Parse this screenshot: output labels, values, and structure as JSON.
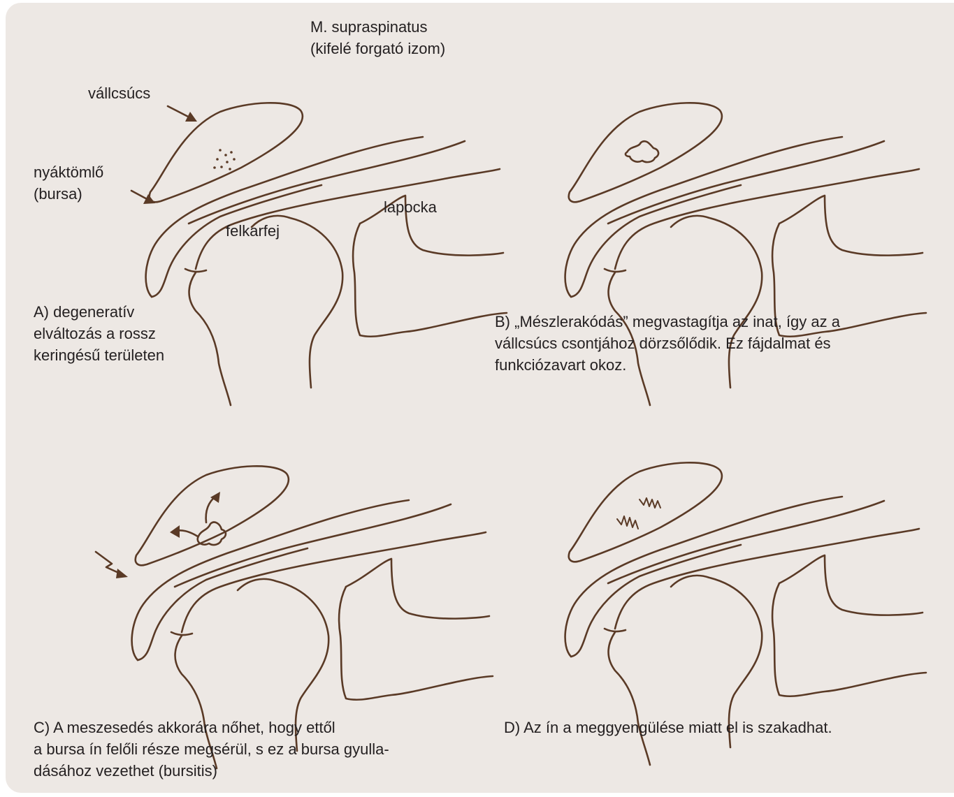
{
  "colors": {
    "background": "#ede8e4",
    "stroke": "#5a3a26",
    "text": "#231f20"
  },
  "labels": {
    "muscle_line1": "M. supraspinatus",
    "muscle_line2": "(kifelé forgató izom)",
    "acromion": "vállcsúcs",
    "bursa_line1": "nyáktömlő",
    "bursa_line2": "(bursa)",
    "humeral_head": "felkarfej",
    "scapula": "lapocka"
  },
  "captions": {
    "a": "A) degeneratív\nelváltozás a rossz\nkeringésű területen",
    "b": "B) „Mészlerakódás” megvastagítja az inat, így az a\nvállcsúcs csontjához dörzsőlődik. Ez fájdalmat és\nfunkciózavart okoz.",
    "c": "C) A meszesedés akkorára nőhet, hogy ettől\na bursa ín felőli része megsérül, s ez a bursa gyulla-\ndásához vezethet (bursitis)",
    "d": "D) Az ín a meggyengülése miatt el is szakadhat."
  },
  "icons": [
    "pointer-arrow-icon",
    "lightning-icon",
    "expansion-arrow-icon",
    "calcification-blob-icon",
    "tear-zigzag-icon"
  ]
}
